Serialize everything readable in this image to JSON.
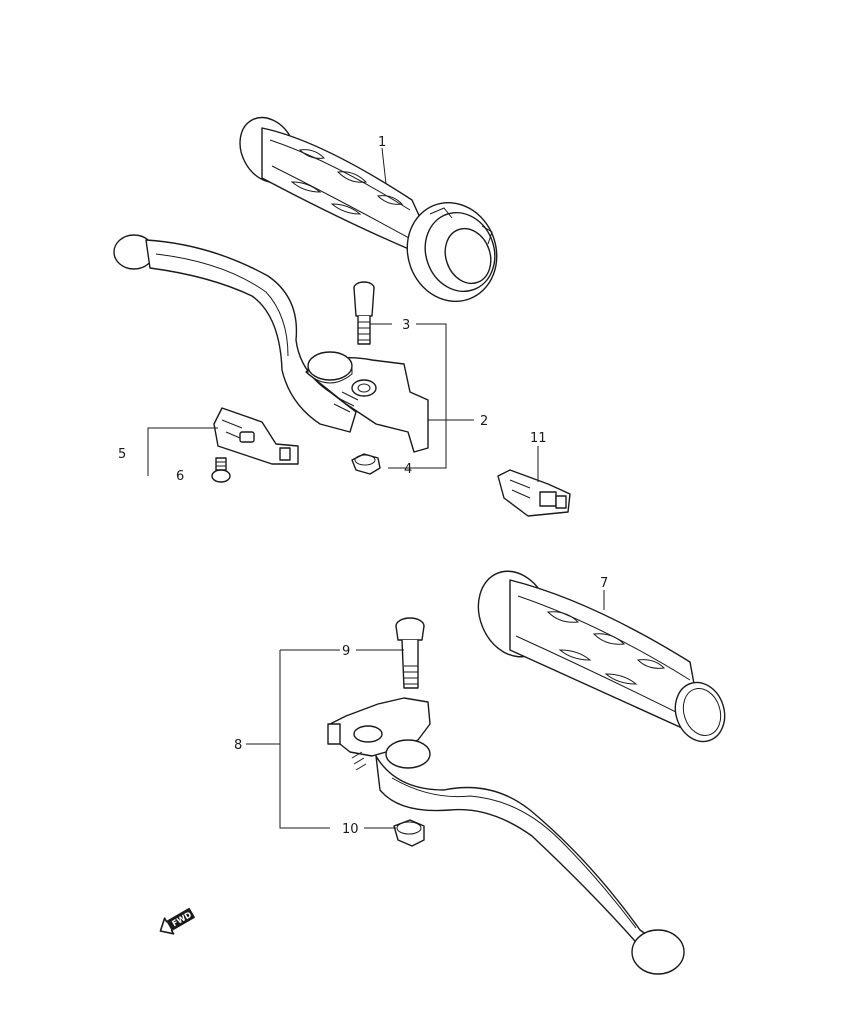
{
  "callouts": [
    {
      "id": "1",
      "label": "1"
    },
    {
      "id": "2",
      "label": "2"
    },
    {
      "id": "3",
      "label": "3"
    },
    {
      "id": "4",
      "label": "4"
    },
    {
      "id": "5",
      "label": "5"
    },
    {
      "id": "6",
      "label": "6"
    },
    {
      "id": "7",
      "label": "7"
    },
    {
      "id": "8",
      "label": "8"
    },
    {
      "id": "9",
      "label": "9"
    },
    {
      "id": "10",
      "label": "10"
    },
    {
      "id": "11",
      "label": "11"
    }
  ],
  "direction_marker": {
    "label": "FWD",
    "icon": "forward-arrow-icon"
  }
}
